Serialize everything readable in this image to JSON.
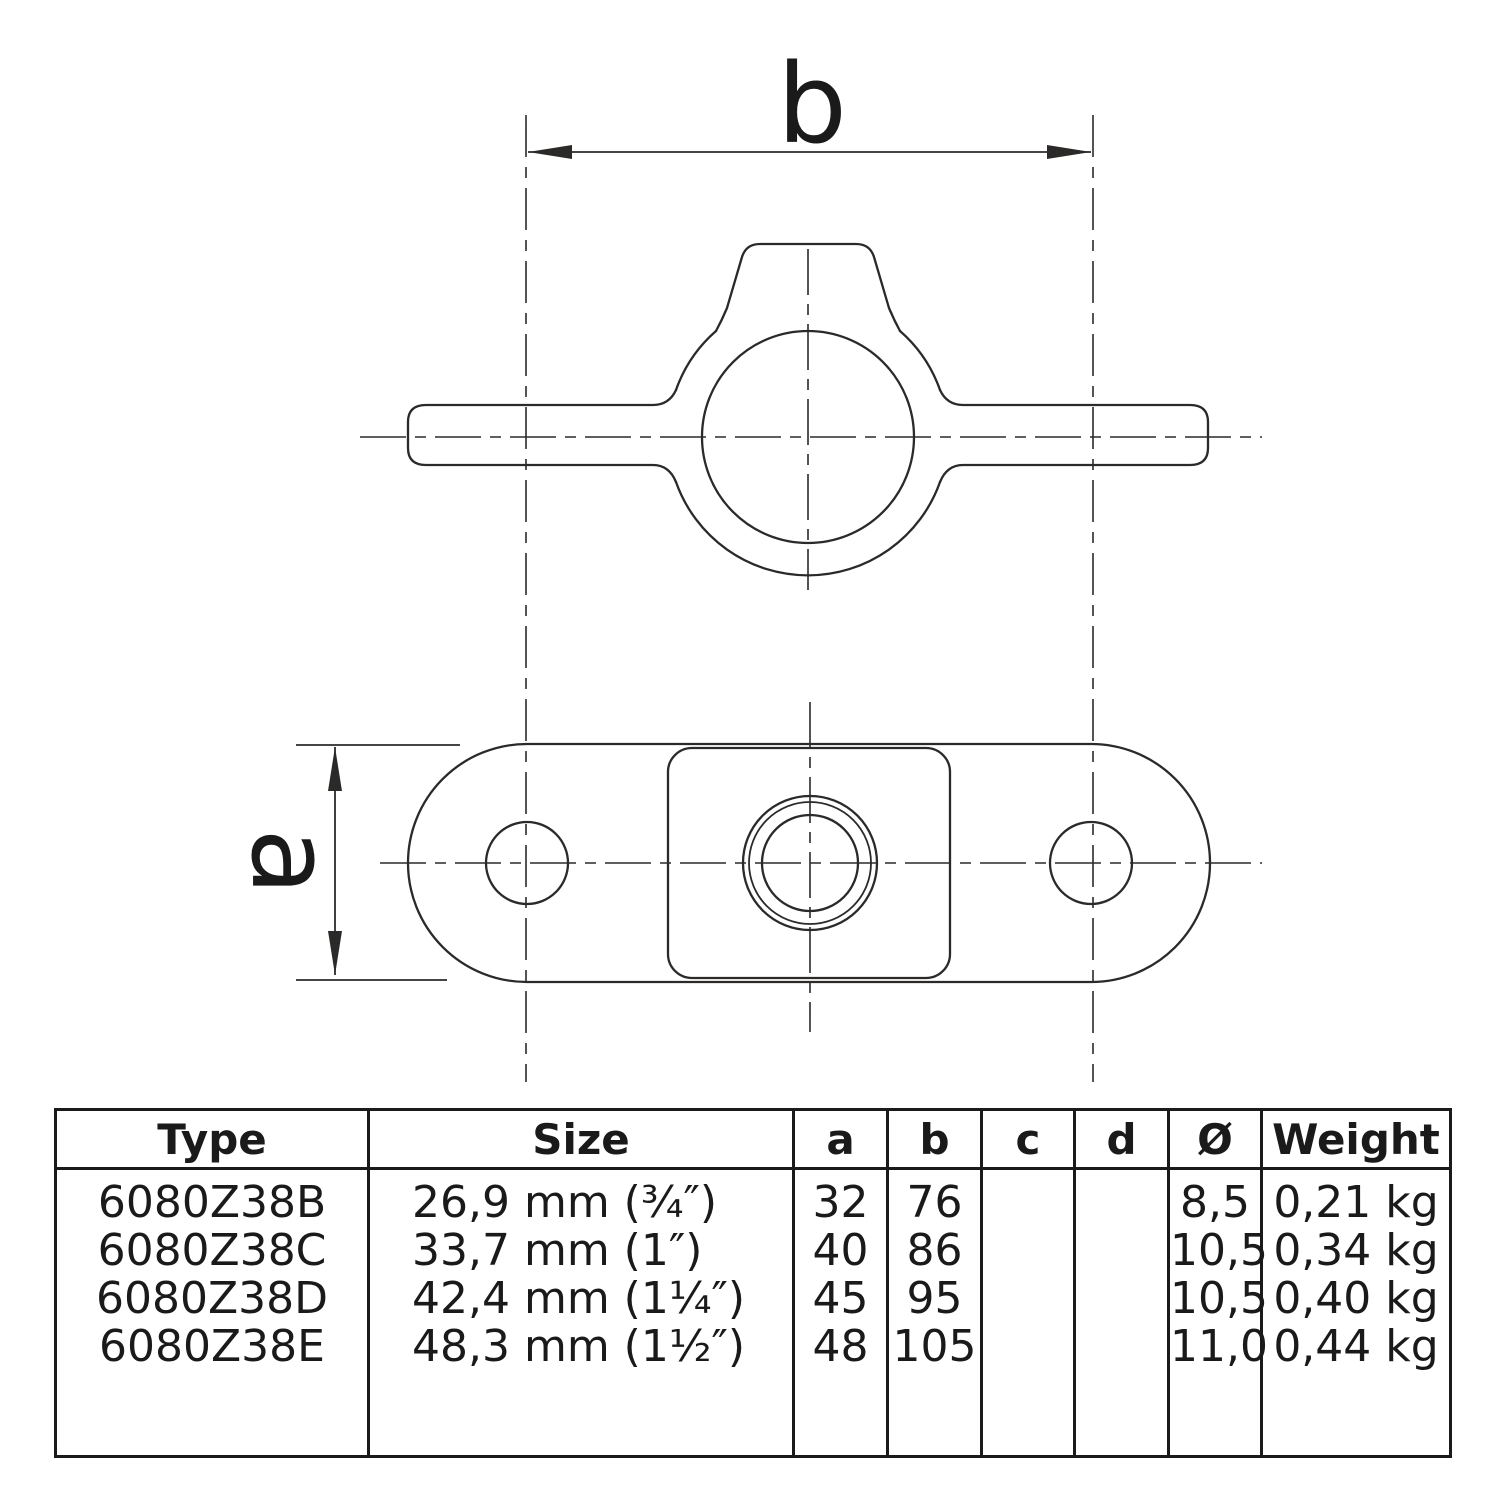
{
  "colors": {
    "line": "#2b2a29",
    "text": "#1a1a1a",
    "background": "#ffffff"
  },
  "drawing": {
    "dim_b_label": "b",
    "dim_a_label": "a"
  },
  "table": {
    "headers": {
      "type": "Type",
      "size": "Size",
      "a": "a",
      "b": "b",
      "c": "c",
      "d": "d",
      "diameter": "Ø",
      "weight": "Weight"
    },
    "rows": [
      {
        "type": "6080Z38B",
        "size": "26,9 mm (¾″)",
        "a": "32",
        "b": "76",
        "c": "",
        "d": "",
        "diameter": "8,5",
        "weight": "0,21 kg"
      },
      {
        "type": "6080Z38C",
        "size": "33,7 mm (1″)",
        "a": "40",
        "b": "86",
        "c": "",
        "d": "",
        "diameter": "10,5",
        "weight": "0,34 kg"
      },
      {
        "type": "6080Z38D",
        "size": "42,4 mm (1¼″)",
        "a": "45",
        "b": "95",
        "c": "",
        "d": "",
        "diameter": "10,5",
        "weight": "0,40 kg"
      },
      {
        "type": "6080Z38E",
        "size": "48,3 mm (1½″)",
        "a": "48",
        "b": "105",
        "c": "",
        "d": "",
        "diameter": "11,0",
        "weight": "0,44 kg"
      }
    ]
  }
}
